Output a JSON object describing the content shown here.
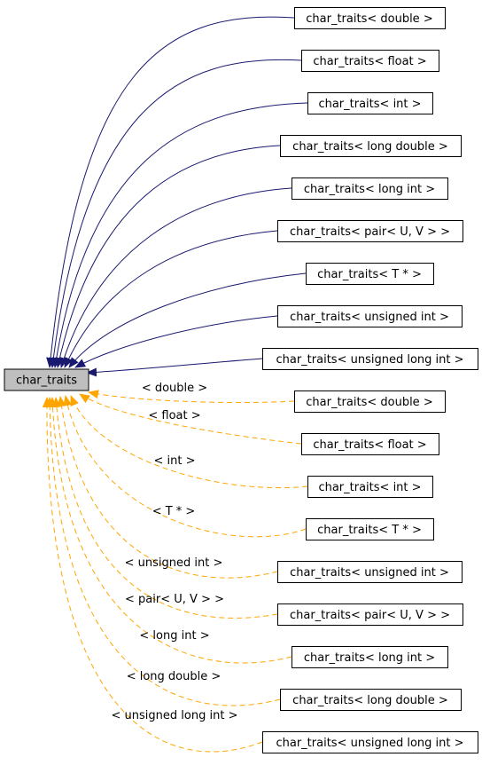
{
  "root": {
    "label": "char_traits",
    "fill": "#bfbfbf"
  },
  "colors": {
    "solid_edge": "#191970",
    "dashed_edge": "#ffa500",
    "node_border": "#000000"
  },
  "solid_children": [
    "char_traits< double >",
    "char_traits< float >",
    "char_traits< int >",
    "char_traits< long double >",
    "char_traits< long int >",
    "char_traits< pair< U, V > >",
    "char_traits< T * >",
    "char_traits< unsigned int >",
    "char_traits< unsigned long int >"
  ],
  "dashed_children": [
    {
      "node": "char_traits< double >",
      "edge_label": "< double >"
    },
    {
      "node": "char_traits< float >",
      "edge_label": "< float >"
    },
    {
      "node": "char_traits< int >",
      "edge_label": "< int >"
    },
    {
      "node": "char_traits< T * >",
      "edge_label": "< T * >"
    },
    {
      "node": "char_traits< unsigned int >",
      "edge_label": "< unsigned int >"
    },
    {
      "node": "char_traits< pair< U, V > >",
      "edge_label": "< pair< U, V > >"
    },
    {
      "node": "char_traits< long int >",
      "edge_label": "< long int >"
    },
    {
      "node": "char_traits< long double >",
      "edge_label": "< long double >"
    },
    {
      "node": "char_traits< unsigned long int >",
      "edge_label": "< unsigned long int >"
    }
  ]
}
